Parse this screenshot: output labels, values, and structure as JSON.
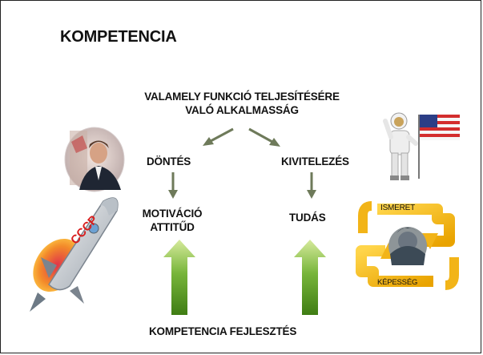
{
  "slide": {
    "title": "KOMPETENCIA",
    "root": [
      "VALAMELY FUNKCIÓ TELJESÍTÉSÉRE",
      "VALÓ ALKALMASSÁG"
    ],
    "left_branch": "DÖNTÉS",
    "right_branch": "KIVITELEZÉS",
    "left_leaf": [
      "MOTIVÁCIÓ",
      "ATTITŰD"
    ],
    "right_leaf": "TUDÁS",
    "bottom": "KOMPETENCIA FEJLESZTÉS",
    "cycle": {
      "top_label": "ISMERET",
      "bottom_label": "KÉPESSÉG"
    },
    "rocket_label": "CCCP"
  },
  "colors": {
    "connector": "#6e7a5a",
    "up_arrow_light": "#c8e08a",
    "up_arrow_dark": "#4f8a1f",
    "cycle_orange": "#f2b418",
    "cycle_dark": "#c98900",
    "rocket_red": "#d81c1c"
  }
}
